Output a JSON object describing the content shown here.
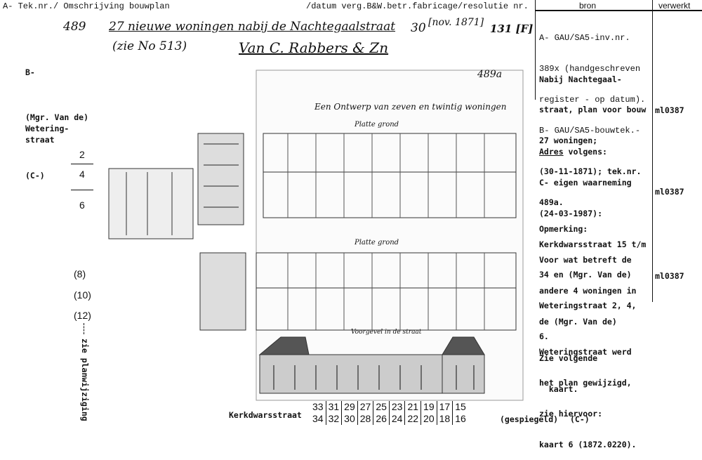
{
  "header": {
    "left": "A- Tek.nr./ Omschrijving bouwplan",
    "middle": "/datum verg.B&W.betr.fabricage/resolutie nr.",
    "col_bron": "bron",
    "col_verwerkt": "verwerkt"
  },
  "entry": {
    "number": "489",
    "description": "27 nieuwe woningen nabij de Nachtegaalstraat",
    "ref": "(zie No 513)",
    "date_day": "30",
    "date_month": "[nov. 1871]",
    "resolutie": "131 [F]",
    "name": "Van C. Rabbers & Zn"
  },
  "left_column": {
    "b_label": "B-",
    "street_line1": "(Mgr. Van de)",
    "street_line2": "Wetering-",
    "street_line3": "straat",
    "numbers": [
      "2",
      "4",
      "6"
    ],
    "c_label": "(C-)",
    "extra_numbers": [
      "(8)",
      "(10)",
      "(12)"
    ],
    "vertical_note": "zie planwijziging"
  },
  "drawing": {
    "sheet_number": "489a",
    "title": "Een Ontwerp van zeven en twintig woningen",
    "plan_label_1": "Platte grond",
    "plan_label_2": "Platte grond",
    "facade_label": "Voorgevel in de straat"
  },
  "bron": {
    "lines_a": [
      "A- GAU/SA5-inv.nr.",
      "389x (handgeschreven",
      "register - op datum).",
      "B- GAU/SA5-bouwtek.-",
      "Nabij Nachtegaal-",
      "straat, plan voor bouw",
      "27 woningen;",
      "(30-11-1871); tek.nr.",
      "489a."
    ],
    "adres_heading": "Adres",
    "adres_rest": " volgens:",
    "lines_c": [
      "C- eigen waarneming",
      "(24-03-1987):",
      "Kerkdwarsstraat 15 t/m",
      "34 en (Mgr. Van de)",
      "Weteringstraat 2, 4,",
      "6."
    ],
    "lines_opm": [
      "Opmerking:",
      "Voor wat betreft de",
      "andere 4 woningen in",
      "de (Mgr. Van de)",
      "Weteringstraat werd",
      "het plan gewijzigd,",
      "zie hiervoor:",
      "kaart 6 (1872.0220)."
    ],
    "next": [
      "Zie volgende",
      "  kaart."
    ]
  },
  "verwerkt": [
    "ml0387",
    "ml0387",
    "ml0387"
  ],
  "bottom": {
    "street": "Kerkdwarsstraat",
    "pairs": [
      [
        "33",
        "34"
      ],
      [
        "31",
        "32"
      ],
      [
        "29",
        "30"
      ],
      [
        "27",
        "28"
      ],
      [
        "25",
        "26"
      ],
      [
        "23",
        "24"
      ],
      [
        "21",
        "22"
      ],
      [
        "19",
        "20"
      ],
      [
        "17",
        "18"
      ],
      [
        "15",
        "16"
      ]
    ],
    "note": "(gespiegeld)",
    "c_label": "(C-)"
  }
}
